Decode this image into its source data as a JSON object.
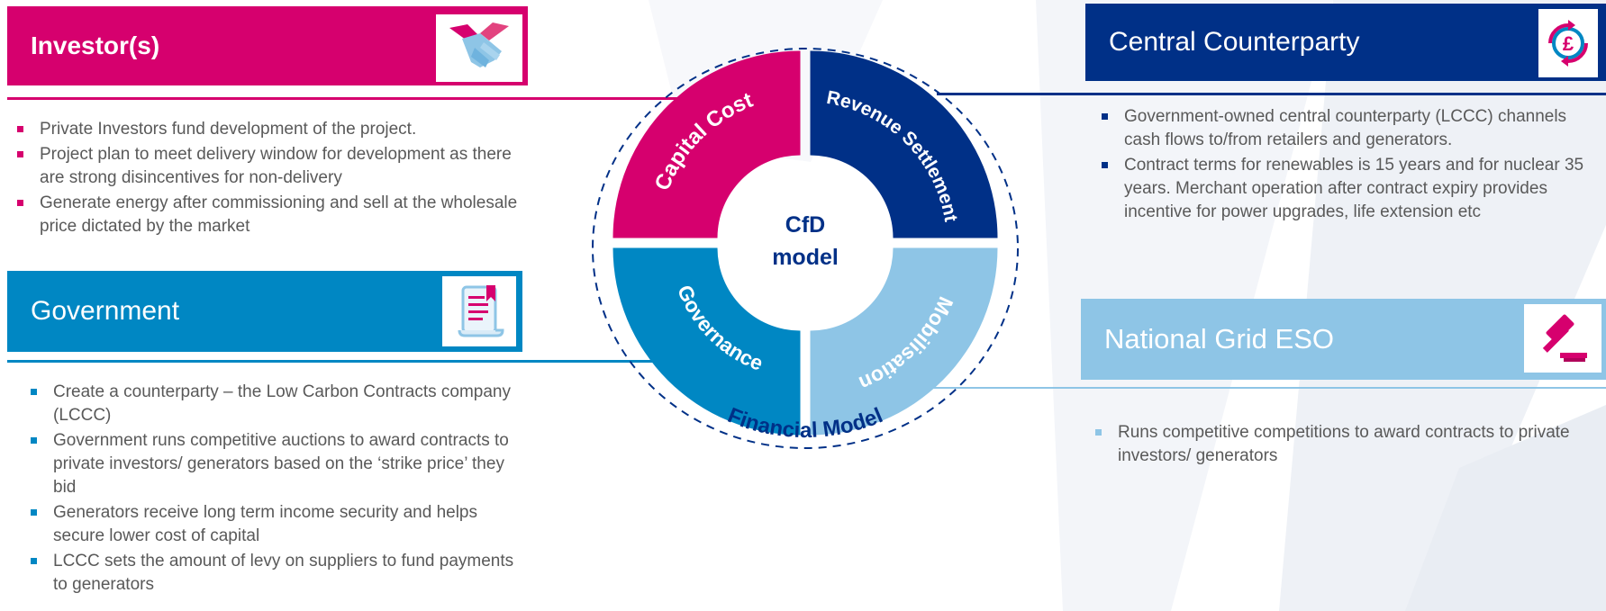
{
  "colors": {
    "magenta": "#D6006E",
    "teal": "#0087C3",
    "navy": "#003087",
    "lightblue": "#8EC5E6",
    "text": "#595959",
    "bg_shape": "#F2F4F8"
  },
  "investor": {
    "title": "Investor(s)",
    "icon": "handshake-icon",
    "bullets": [
      "Private Investors fund development of the project.",
      "Project plan to meet delivery window for development as there are strong disincentives for non-delivery",
      "Generate energy after commissioning and sell at the wholesale price dictated by the market"
    ]
  },
  "government": {
    "title": "Government",
    "icon": "document-scroll-icon",
    "bullets": [
      "Create a counterparty – the Low Carbon Contracts company (LCCC)",
      "Government runs competitive auctions to award contracts to private investors/ generators based on the ‘strike price’ they bid",
      "Generators receive long term income security and helps secure lower cost of capital",
      "LCCC sets the amount of levy on suppliers to fund payments to generators"
    ]
  },
  "counterparty": {
    "title": "Central Counterparty",
    "icon": "pound-cycle-icon",
    "bullets": [
      "Government-owned central counterparty (LCCC) channels cash flows to/from retailers and generators.",
      "Contract terms for renewables is 15 years and for nuclear 35 years. Merchant operation after contract expiry provides incentive for power upgrades, life extension etc"
    ]
  },
  "grid": {
    "title": "National Grid ESO",
    "icon": "gavel-icon",
    "bullets": [
      "Runs competitive competitions to award contracts to private investors/ generators"
    ]
  },
  "wheel": {
    "center_line1": "CfD",
    "center_line2": "model",
    "segments": [
      "Capital Cost",
      "Revenue Settlement",
      "Governance",
      "Mobilisation"
    ],
    "ring_label": "Financial Model"
  }
}
